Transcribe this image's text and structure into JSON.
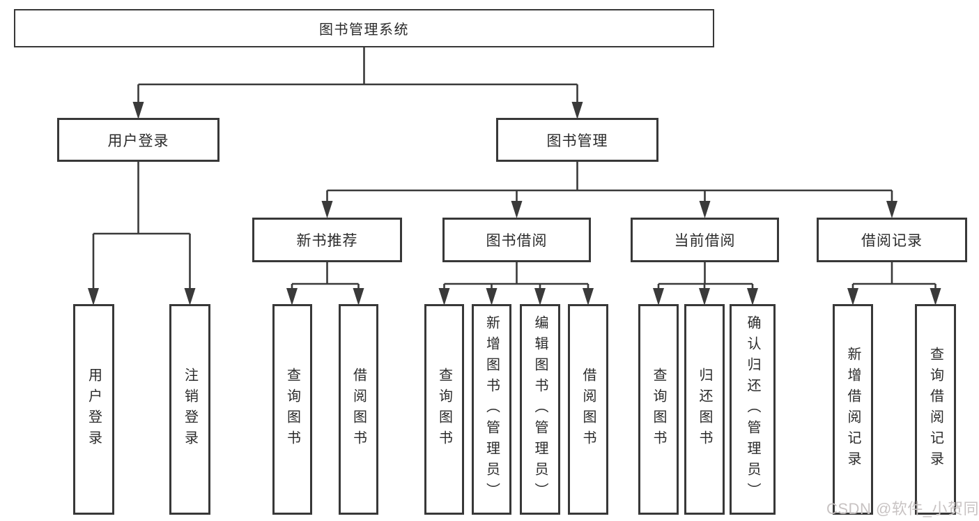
{
  "diagram": {
    "root": {
      "label": "图书管理系统"
    },
    "level2": [
      {
        "label": "用户登录"
      },
      {
        "label": "图书管理"
      }
    ],
    "level3": [
      {
        "label": "新书推荐"
      },
      {
        "label": "图书借阅"
      },
      {
        "label": "当前借阅"
      },
      {
        "label": "借阅记录"
      }
    ],
    "leaves": {
      "user_login": [
        {
          "label": "用户登录"
        },
        {
          "label": "注销登录"
        }
      ],
      "new_book_recommend": [
        {
          "label": "查询图书"
        },
        {
          "label": "借阅图书"
        }
      ],
      "book_borrow": [
        {
          "label": "查询图书"
        },
        {
          "label": "新增图书（管理员）"
        },
        {
          "label": "编辑图书（管理员）"
        },
        {
          "label": "借阅图书"
        }
      ],
      "current_borrow": [
        {
          "label": "查询图书"
        },
        {
          "label": "归还图书"
        },
        {
          "label": "确认归还（管理员）"
        }
      ],
      "borrow_record": [
        {
          "label": "新增借阅记录"
        },
        {
          "label": "查询借阅记录"
        }
      ]
    },
    "watermark": "CSDN @软件_小贺同学",
    "colors": {
      "line": "#3a3a3a",
      "text": "#2b2b2b",
      "watermark": "#c8c3c3",
      "background": "#ffffff"
    }
  }
}
